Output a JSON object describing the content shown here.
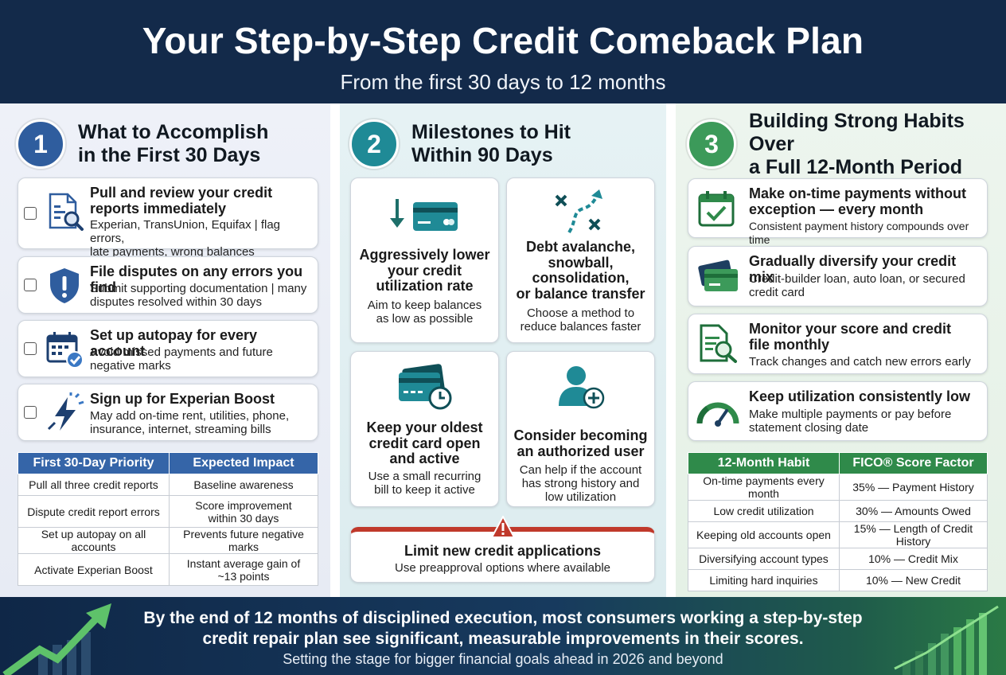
{
  "header": {
    "title": "Your Step-by-Step Credit Comeback Plan",
    "subtitle": "From the first 30 days to 12 months"
  },
  "colors": {
    "navy": "#132a4a",
    "blue": "#2f5d9e",
    "teal": "#1f8a96",
    "green": "#3c9a5a",
    "alert_red": "#c0392b"
  },
  "step1": {
    "number": "1",
    "title_line1": "What to Accomplish",
    "title_line2": "in the First 30 Days",
    "tasks": [
      {
        "icon": "document-search-icon",
        "title_line1": "Pull and review your credit",
        "title_line2": "reports immediately",
        "desc_line1": "Experian, TransUnion, Equifax | flag errors,",
        "desc_line2": "late payments, wrong balances"
      },
      {
        "icon": "shield-alert-icon",
        "title_line1": "File disputes on any errors you find",
        "title_line2": "",
        "desc_line1": "Submit supporting documentation | many",
        "desc_line2": "disputes resolved within 30 days"
      },
      {
        "icon": "calendar-check-icon",
        "title_line1": "Set up autopay for every account",
        "title_line2": "",
        "desc_line1": "Avoid missed payments and future",
        "desc_line2": "negative marks"
      },
      {
        "icon": "lightning-boost-icon",
        "title_line1": "Sign up for Experian Boost",
        "title_line2": "",
        "desc_line1": "May add on-time rent, utilities, phone,",
        "desc_line2": "insurance, internet, streaming bills"
      }
    ],
    "table": {
      "headers": [
        "First 30-Day Priority",
        "Expected Impact"
      ],
      "rows": [
        {
          "c1": "Pull all three credit reports",
          "c2a": "Baseline awareness",
          "c2b": ""
        },
        {
          "c1": "Dispute credit report errors",
          "c2a": "Score improvement",
          "c2b": "within 30 days"
        },
        {
          "c1": "Set up autopay on all accounts",
          "c2a": "Prevents future negative marks",
          "c2b": ""
        },
        {
          "c1": "Activate Experian Boost",
          "c2a": "Instant average gain of",
          "c2b": "~13 points"
        }
      ]
    }
  },
  "step2": {
    "number": "2",
    "title_line1": "Milestones to Hit",
    "title_line2": "Within 90 Days",
    "cards": [
      {
        "icon": "card-arrow-down-icon",
        "t1": "Aggressively lower",
        "t2": "your credit",
        "t3": "utilization rate",
        "t4": "",
        "d1": "Aim to keep balances",
        "d2": "as low as possible"
      },
      {
        "icon": "strategy-arrows-icon",
        "t1": "Debt avalanche,",
        "t2": "snowball,",
        "t3": "consolidation,",
        "t4": "or balance transfer",
        "d1": "Choose a method to",
        "d2": "reduce balances faster"
      },
      {
        "icon": "card-clock-icon",
        "t1": "Keep your oldest",
        "t2": "credit card open",
        "t3": "and active",
        "t4": "",
        "d1": "Use a small recurring",
        "d2": "bill to keep it active",
        "d3": ""
      },
      {
        "icon": "user-plus-icon",
        "t1": "Consider becoming",
        "t2": "an authorized user",
        "t3": "",
        "t4": "",
        "d1": "Can help if the account",
        "d2": "has strong history and",
        "d3": "low utilization"
      }
    ],
    "alert": {
      "icon": "warning-icon",
      "title": "Limit new credit applications",
      "desc": "Use preapproval options where available"
    }
  },
  "step3": {
    "number": "3",
    "title_line1": "Building Strong Habits Over",
    "title_line2": "a Full 12-Month Period",
    "tasks": [
      {
        "icon": "calendar-check-icon",
        "title_line1": "Make on-time payments without",
        "title_line2": "exception — every month",
        "desc_line1": "Consistent payment history compounds over time",
        "desc_line2": ""
      },
      {
        "icon": "cards-stack-icon",
        "title_line1": "Gradually diversify your credit mix",
        "title_line2": "",
        "desc_line1": "Credit-builder loan, auto loan, or secured",
        "desc_line2": "credit card"
      },
      {
        "icon": "document-search-icon",
        "title_line1": "Monitor your score and credit",
        "title_line2": "file monthly",
        "desc_line1": "Track changes and catch new errors early",
        "desc_line2": ""
      },
      {
        "icon": "gauge-icon",
        "title_line1": "Keep utilization consistently low",
        "title_line2": "",
        "desc_line1": "Make multiple payments or pay before",
        "desc_line2": "statement closing date"
      }
    ],
    "table": {
      "headers": [
        "12-Month Habit",
        "FICO® Score Factor"
      ],
      "rows": [
        {
          "c1": "On-time payments every month",
          "c2": "35% — Payment History"
        },
        {
          "c1": "Low credit utilization",
          "c2": "30% — Amounts Owed"
        },
        {
          "c1": "Keeping old accounts open",
          "c2": "15% — Length of Credit History"
        },
        {
          "c1": "Diversifying account types",
          "c2": "10% — Credit Mix"
        },
        {
          "c1": "Limiting hard inquiries",
          "c2": "10% — New Credit"
        }
      ]
    }
  },
  "footer": {
    "main_line1": "By the end of 12 months of disciplined execution, most consumers working a step-by-step",
    "main_line2": "credit repair plan see significant, measurable improvements in their scores.",
    "sub": "Setting the stage for bigger financial goals ahead in 2026 and beyond"
  }
}
